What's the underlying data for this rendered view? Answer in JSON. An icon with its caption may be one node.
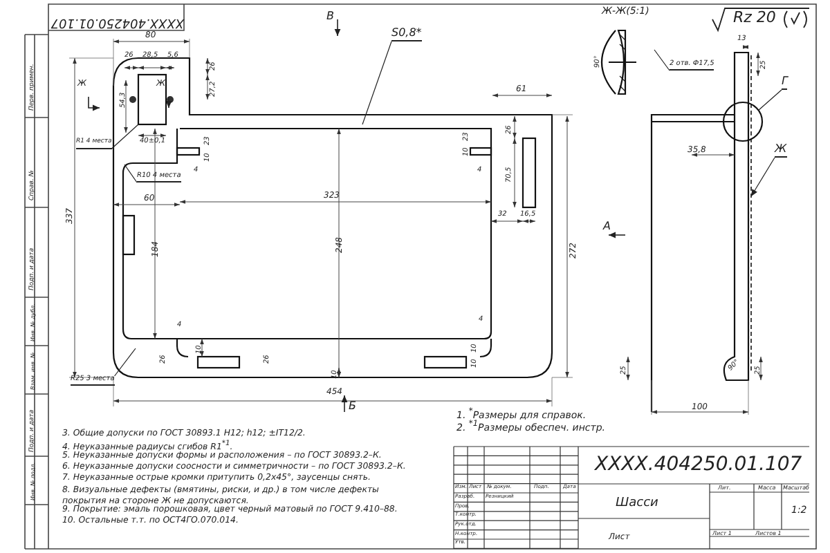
{
  "diagram": {
    "nodes": [
      {
        "text": [
          "S0,8*"
        ]
      },
      {
        "text": [
          "R1 4 места"
        ]
      },
      {
        "text": [
          "R10 4 места"
        ]
      },
      {
        "text": [
          "R25 3 места"
        ]
      },
      {
        "text": [
          "2 отв. Ф17,5"
        ]
      },
      {
        "text": [
          "Г"
        ]
      },
      {
        "text": [
          "Ж"
        ]
      },
      {
        "text": [],
        "shape": "box"
      }
    ],
    "edges": [
      {
        "from": 0,
        "to": null,
        "arrow": "none"
      },
      {
        "from": 1,
        "to": 7,
        "arrow": "none"
      },
      {
        "from": 2,
        "to": null,
        "arrow": "none"
      },
      {
        "from": 3,
        "to": null,
        "arrow": "none"
      },
      {
        "from": 4,
        "to": null,
        "arrow": "none"
      },
      {
        "from": 5,
        "to": null,
        "arrow": "none"
      },
      {
        "from": 6,
        "to": null,
        "arrow": "to"
      }
    ],
    "labels": [
      "XXXX.404250.01.107",
      "Перв. примен.",
      "Справ. №",
      "Подп. и дата",
      "Инв. № дубл.",
      "Взам. инв. №",
      "Подп. и дата",
      "Инв. № подл.",
      "В",
      "Ж",
      "Ж",
      "80",
      "26",
      "28,5",
      "5,6",
      "26",
      "27,2",
      "54,3",
      "40±0,1",
      "23",
      "10",
      "4",
      "60",
      "323",
      "184",
      "248",
      "337",
      "61",
      "23",
      "10",
      "4",
      "26",
      "70,5",
      "32",
      "16,5",
      "А",
      "272",
      "4",
      "10",
      "26",
      "26",
      "10",
      "454",
      "4",
      "10",
      "10",
      "Б",
      "Ж-Ж(5:1)",
      "Rz 20",
      "90°",
      "13",
      "25",
      "35,8",
      "25",
      "90°",
      "25",
      "100",
      "1. $^{*}$Размеры для справок.",
      "2. $^{*1}$Размеры обеспеч. инстр.",
      "3. Общие допуски по ГОСТ 30893.1 H12; h12; ±IT12/2.",
      "4. Неуказанные радиусы сгибов R1$^{*1}$.",
      "5. Неуказанные допуски формы и расположения – по ГОСТ 30893.2–К.",
      "6. Неуказанные допуски соосности и симметричности – по ГОСТ 30893.2–К.",
      "7. Неуказанные острые кромки притупить 0,2х45°, заусенцы снять.",
      "8. Визуальные дефекты (вмятины, риски, и др.) в том числе дефекты покрытия на стороне Ж не допускаются.",
      "9. Покрытие: эмаль порошковая, цвет черный матовый по ГОСТ 9.410–88.",
      "10. Остальные т.т. по ОСТ4ГО.070.014.",
      "XXXX.404250.01.107",
      "Шасси",
      "Лит.",
      "Масса",
      "Масштаб",
      "1:2",
      "Лист 1",
      "Листов 1",
      "Лист",
      "Изм.",
      "Лист",
      "№ докум.",
      "Подп.",
      "Дата",
      "Разраб.",
      "Резницкий",
      "Пров.",
      "Т.контр.",
      "Рук.отд.",
      "Н.контр.",
      "Утв."
    ]
  }
}
